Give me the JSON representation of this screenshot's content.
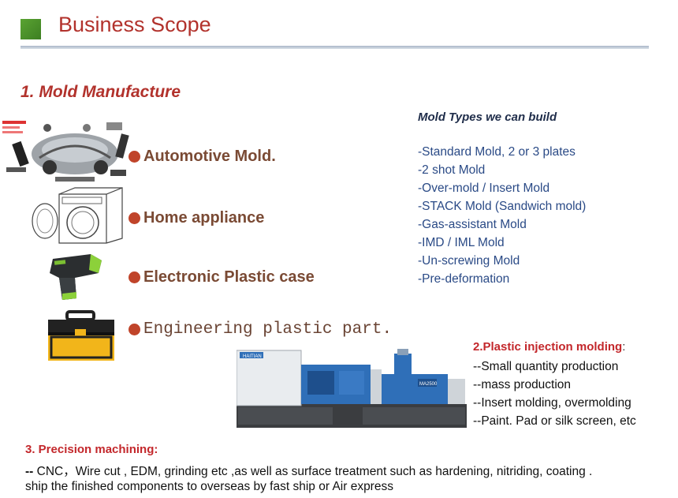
{
  "header": {
    "title": "Business Scope"
  },
  "section1": {
    "heading": "1. Mold Manufacture",
    "categories": [
      {
        "label": "Automotive Mold."
      },
      {
        "label": "Home appliance"
      },
      {
        "label": "Electronic Plastic case"
      },
      {
        "label": "Engineering plastic part."
      }
    ]
  },
  "mold_types": {
    "heading": "Mold Types we can build",
    "items": [
      "-Standard Mold, 2 or 3 plates",
      "-2 shot Mold",
      "-Over-mold / Insert Mold",
      "-STACK Mold (Sandwich mold)",
      "-Gas-assistant  Mold",
      "-IMD / IML Mold",
      "-Un-screwing Mold",
      "-Pre-deformation"
    ]
  },
  "section2": {
    "heading": "2.Plastic injection molding",
    "colon": ":",
    "items": [
      "--Small quantity production",
      "--mass production",
      "--Insert molding, overmolding",
      "--Paint. Pad or silk screen, etc"
    ],
    "machine_label": "HAITIAN",
    "machine_model": "MA2500"
  },
  "section3": {
    "heading": "3. Precision machining:",
    "lead": "--",
    "line1": "  CNC，Wire cut , EDM, grinding etc  ,as well as surface treatment such as hardening, nitriding, coating .",
    "line2": "ship the  finished components to overseas by fast ship or Air express"
  },
  "colors": {
    "title_red": "#b2322c",
    "accent_green": "#4b9a2a",
    "list_blue": "#2a4a86",
    "machine_blue": "#2f6fb8"
  },
  "icons": [
    "car-parts-image",
    "washing-machine-image",
    "barcode-scanner-image",
    "toolbox-image",
    "injection-machine-image"
  ]
}
